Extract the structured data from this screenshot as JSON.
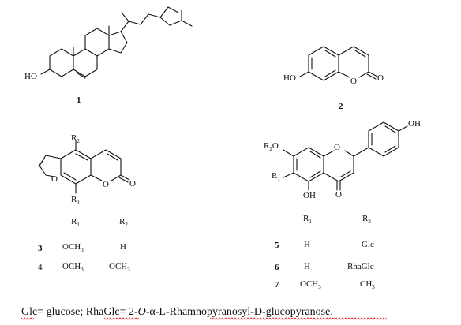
{
  "compound_numbers": {
    "c1": "1",
    "c2": "2",
    "c3": "3",
    "c4": "4",
    "c5": "5",
    "c6": "6",
    "c7": "7"
  },
  "atom_labels": {
    "ho": "HO",
    "o": "O",
    "oh": "OH",
    "r1": "R",
    "r2": "R",
    "r1_sub": "1",
    "r2_sub": "2"
  },
  "table_left": {
    "head_r1": "R",
    "head_r1_sub": "1",
    "head_r2": "R",
    "head_r2_sub": "2",
    "rows": [
      {
        "r1": "OCH",
        "r1_sub": "3",
        "r2": "H",
        "r2_sub": ""
      },
      {
        "r1": "OCH",
        "r1_sub": "3",
        "r2": "OCH",
        "r2_sub": "3"
      }
    ]
  },
  "table_right": {
    "head_r1": "R",
    "head_r1_sub": "1",
    "head_r2": "R",
    "head_r2_sub": "2",
    "rows": [
      {
        "r1": "H",
        "r1_sub": "",
        "r2": "Glc",
        "r2_sub": ""
      },
      {
        "r1": "H",
        "r1_sub": "",
        "r2": "RhaGlc",
        "r2_sub": ""
      },
      {
        "r1": "OCH",
        "r1_sub": "3",
        "r2": "CH",
        "r2_sub": "3"
      }
    ]
  },
  "caption": {
    "p1": "Glc",
    "p2": "= glucose; ",
    "p3": "RhaGlc",
    "p4": "= 2-",
    "p5": "O",
    "p6": "-α-L-",
    "p7": "Rhamnopyranosyl-D-glucopyranose",
    "p8": "."
  }
}
